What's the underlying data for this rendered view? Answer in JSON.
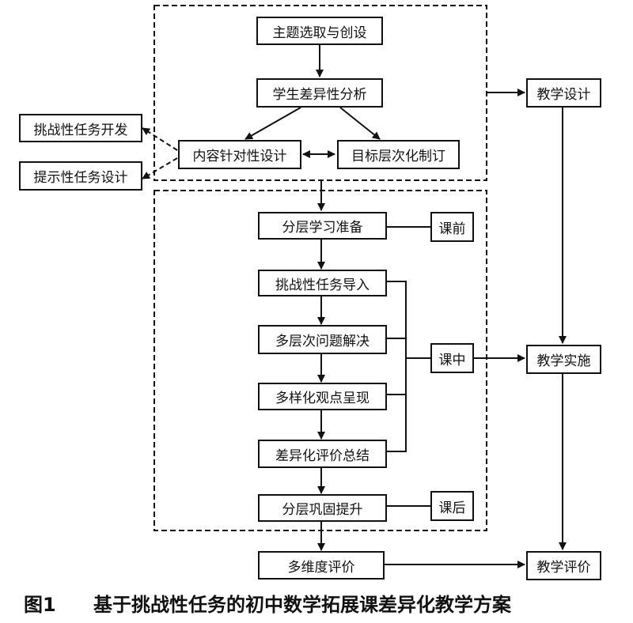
{
  "boxes": {
    "topic": "主题选取与创设",
    "analysis": "学生差异性分析",
    "content": "内容针对性设计",
    "goal": "目标层次化制订",
    "challenge_dev": "挑战性任务开发",
    "hint_design": "提示性任务设计",
    "prep": "分层学习准备",
    "intro": "挑战性任务导入",
    "solve": "多层次问题解决",
    "present": "多样化观点呈现",
    "summary": "差异化评价总结",
    "consolidate": "分层巩固提升",
    "eval": "多维度评价"
  },
  "stages": {
    "before": "课前",
    "during": "课中",
    "after": "课后"
  },
  "phases": {
    "design": "教学设计",
    "implement": "教学实施",
    "evaluate": "教学评价"
  },
  "caption": {
    "number": "图1",
    "text": "基于挑战性任务的初中数学拓展课差异化教学方案"
  }
}
